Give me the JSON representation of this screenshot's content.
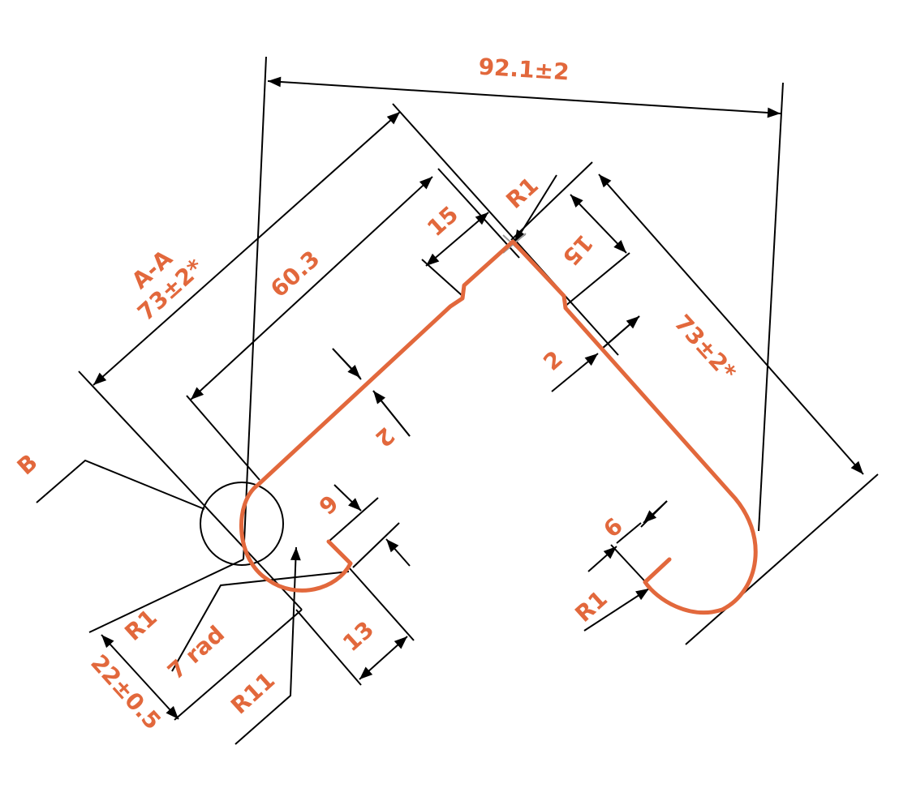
{
  "colors": {
    "accent": "#e2683c",
    "line": "#000000",
    "background": "#ffffff"
  },
  "labels": {
    "overall_width": "92.1±2",
    "section_name": "A-A",
    "left_leg_length": "73±2*",
    "left_inner_length": "60.3",
    "left_step_length": "15",
    "apex_radius": "R1",
    "right_step_length": "15",
    "right_step_offset": "2",
    "right_leg_length": "73±2*",
    "left_step_offset": "2",
    "detail_ref": "B",
    "left_hook_width": "6",
    "right_hook_width": "6",
    "right_hook_radius": "R1",
    "left_hook_radius": "R1",
    "bend_radius": "7 rad",
    "outer_radius": "R11",
    "hook_depth": "13",
    "hook_height": "22±0.5"
  }
}
